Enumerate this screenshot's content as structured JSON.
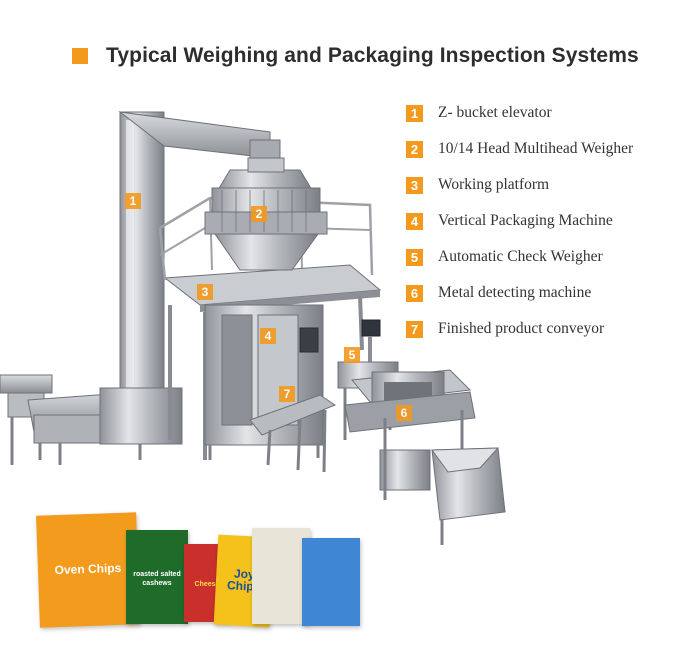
{
  "title": "Typical Weighing and Packaging Inspection Systems",
  "accent_color": "#f39a1e",
  "legend": [
    {
      "num": "1",
      "label": "Z- bucket elevator"
    },
    {
      "num": "2",
      "label": "10/14 Head Multihead Weigher"
    },
    {
      "num": "3",
      "label": "Working platform"
    },
    {
      "num": "4",
      "label": "Vertical Packaging Machine"
    },
    {
      "num": "5",
      "label": "Automatic Check Weigher"
    },
    {
      "num": "6",
      "label": "Metal detecting machine"
    },
    {
      "num": "7",
      "label": "Finished product conveyor"
    }
  ],
  "callouts": [
    "1",
    "2",
    "3",
    "4",
    "5",
    "6",
    "7"
  ],
  "packages": [
    {
      "title": "Oven Chips",
      "sub": "",
      "bg": "#f29b1c",
      "fg": "#ffffff"
    },
    {
      "title": "",
      "sub": "roasted salted cashews",
      "bg": "#1f6b2a",
      "fg": "#ffffff"
    },
    {
      "title": "",
      "sub": "Cheese",
      "bg": "#c9302c",
      "fg": "#ffe14a"
    },
    {
      "title": "Joy Chips",
      "sub": "",
      "bg": "#f4c21b",
      "fg": "#1d4fa3"
    },
    {
      "title": "",
      "sub": "",
      "bg": "#e8e4d8",
      "fg": "#c9302c"
    },
    {
      "title": "",
      "sub": "",
      "bg": "#3f86d4",
      "fg": "#ffffff"
    }
  ]
}
